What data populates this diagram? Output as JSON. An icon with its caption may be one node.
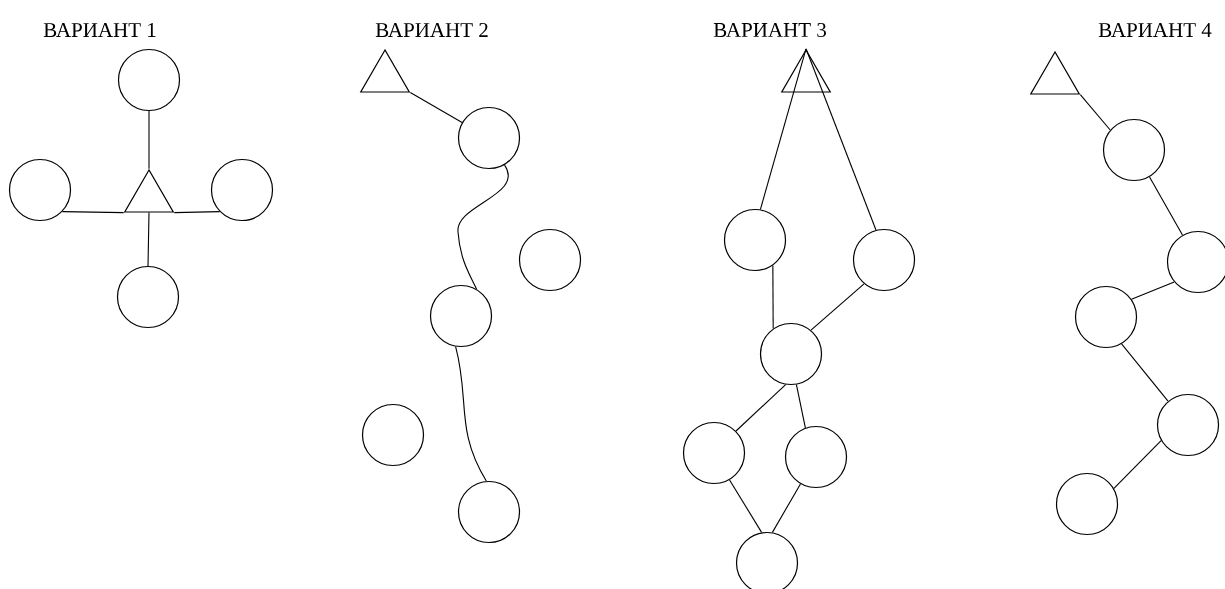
{
  "diagram": {
    "nodes": [
      {
        "text": [],
        "shape": "triangle"
      },
      {
        "text": [],
        "shape": "circle"
      },
      {
        "text": [],
        "shape": "circle"
      },
      {
        "text": [],
        "shape": "circle"
      },
      {
        "text": [],
        "shape": "circle"
      },
      {
        "text": [],
        "shape": "triangle"
      },
      {
        "text": [],
        "shape": "circle"
      },
      {
        "text": [],
        "shape": "circle"
      },
      {
        "text": [],
        "shape": "circle"
      },
      {
        "text": [],
        "shape": "circle"
      },
      {
        "text": [],
        "shape": "circle"
      },
      {
        "text": [],
        "shape": "triangle"
      },
      {
        "text": [],
        "shape": "circle"
      },
      {
        "text": [],
        "shape": "circle"
      },
      {
        "text": [],
        "shape": "circle"
      },
      {
        "text": [],
        "shape": "circle"
      },
      {
        "text": [],
        "shape": "circle"
      },
      {
        "text": [],
        "shape": "circle"
      },
      {
        "text": [],
        "shape": "triangle"
      },
      {
        "text": [],
        "shape": "circle"
      },
      {
        "text": [],
        "shape": "circle"
      },
      {
        "text": [],
        "shape": "circle"
      },
      {
        "text": [],
        "shape": "circle"
      },
      {
        "text": [],
        "shape": "circle"
      }
    ],
    "edges": [
      {
        "from": 0,
        "to": 1,
        "arrow": "none"
      },
      {
        "from": 0,
        "to": 2,
        "arrow": "none"
      },
      {
        "from": 0,
        "to": 3,
        "arrow": "none"
      },
      {
        "from": 0,
        "to": 4,
        "arrow": "none"
      },
      {
        "from": 5,
        "to": 6,
        "arrow": "none"
      },
      {
        "from": 6,
        "to": 8,
        "arrow": "none"
      },
      {
        "from": 8,
        "to": 10,
        "arrow": "none"
      },
      {
        "from": 11,
        "to": 12,
        "arrow": "none"
      },
      {
        "from": 11,
        "to": 13,
        "arrow": "none"
      },
      {
        "from": 12,
        "to": 14,
        "arrow": "none"
      },
      {
        "from": 13,
        "to": 14,
        "arrow": "none"
      },
      {
        "from": 14,
        "to": 15,
        "arrow": "none"
      },
      {
        "from": 14,
        "to": 16,
        "arrow": "none"
      },
      {
        "from": 15,
        "to": 17,
        "arrow": "none"
      },
      {
        "from": 16,
        "to": 17,
        "arrow": "none"
      },
      {
        "from": 18,
        "to": 19,
        "arrow": "none"
      },
      {
        "from": 19,
        "to": 20,
        "arrow": "none"
      },
      {
        "from": 20,
        "to": 21,
        "arrow": "none"
      },
      {
        "from": 21,
        "to": 22,
        "arrow": "none"
      },
      {
        "from": 22,
        "to": 23,
        "arrow": "none"
      }
    ],
    "labels": [
      "ВАРИАНТ 1",
      "ВАРИАНТ 2",
      "ВАРИАНТ 3",
      "ВАРИАНТ 4"
    ]
  }
}
